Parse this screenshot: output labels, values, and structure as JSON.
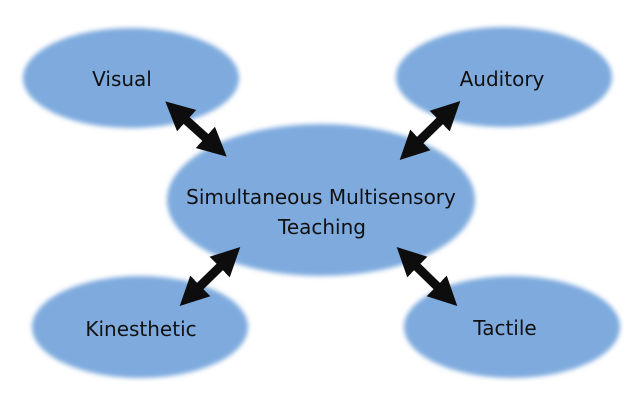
{
  "diagram": {
    "center": {
      "label_line1": "Simultaneous Multisensory",
      "label_line2": "Teaching"
    },
    "nodes": [
      {
        "id": "visual",
        "label": "Visual"
      },
      {
        "id": "auditory",
        "label": "Auditory"
      },
      {
        "id": "kinesthetic",
        "label": "Kinesthetic"
      },
      {
        "id": "tactile",
        "label": "Tactile"
      }
    ],
    "connections": [
      {
        "from": "visual",
        "to": "center",
        "type": "bidirectional"
      },
      {
        "from": "auditory",
        "to": "center",
        "type": "bidirectional"
      },
      {
        "from": "kinesthetic",
        "to": "center",
        "type": "bidirectional"
      },
      {
        "from": "tactile",
        "to": "center",
        "type": "bidirectional"
      }
    ],
    "colors": {
      "node_fill": "#7eaade",
      "arrow": "#0d0d0d",
      "text": "#111111"
    }
  }
}
